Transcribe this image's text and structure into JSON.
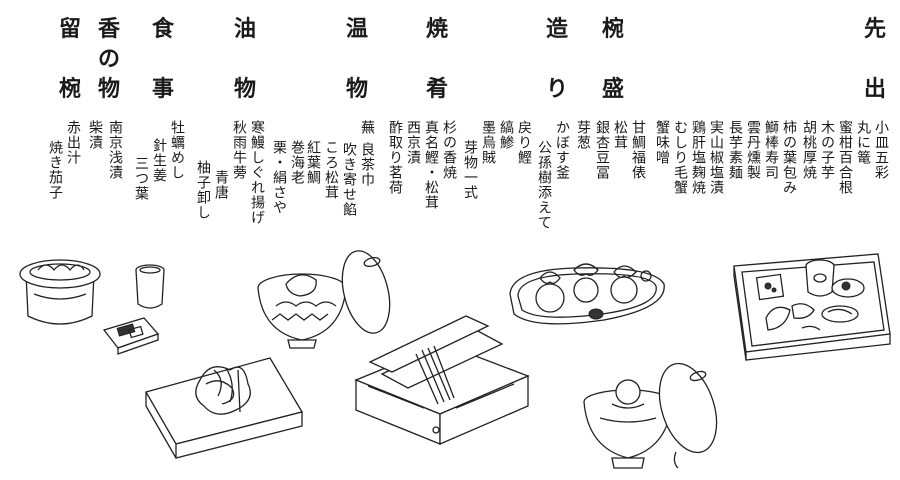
{
  "headings": [
    {
      "id": "sakizuke",
      "chars": [
        "先",
        "",
        "出"
      ]
    },
    {
      "id": "wan",
      "chars": [
        "椀",
        "",
        "盛"
      ]
    },
    {
      "id": "tsukuri",
      "chars": [
        "造",
        "",
        "り"
      ]
    },
    {
      "id": "yakizakana",
      "chars": [
        "焼",
        "",
        "肴"
      ]
    },
    {
      "id": "onmono",
      "chars": [
        "温",
        "",
        "物"
      ]
    },
    {
      "id": "aburamono",
      "chars": [
        "油",
        "",
        "物"
      ]
    },
    {
      "id": "shokuji",
      "chars": [
        "食",
        "",
        "事"
      ]
    },
    {
      "id": "kounomono",
      "chars": [
        "香",
        "の",
        "物"
      ]
    },
    {
      "id": "tomewan",
      "chars": [
        "留",
        "",
        "椀"
      ]
    }
  ],
  "items": {
    "sakizuke": [
      "小皿五彩",
      "丸に篭",
      "蜜柑百合根",
      "木の子芋",
      "胡桃厚焼",
      "柿の葉包み",
      "鰤棒寿司",
      "雲丹燻製",
      "長芋素麺",
      "実山椒塩漬",
      "鶏肝塩麹焼"
    ],
    "wan": [
      "むしり毛蟹",
      "蟹味噌",
      "甘鯛福俵",
      "松茸",
      "銀杏豆冨"
    ],
    "tsukuri": [
      "芽葱",
      "かぼす釜",
      "公孫樹添えて",
      "戻り鰹",
      "縞鯵",
      "墨烏賊",
      "芽物一式"
    ],
    "yakizakana": [
      "杉の香焼",
      "真名鰹・松茸",
      "西京漬",
      "酢取り茗荷"
    ],
    "onmono": [
      "蕪",
      "吹き寄せ餡",
      "良茶巾"
    ],
    "aburamono": [
      "紅葉鯛",
      "ころ松茸",
      "栗・絹さや",
      "巻海老",
      "寒鰻しぐれ揚げ",
      "秋雨牛蒡",
      "青唐",
      "柚子卸し"
    ],
    "shokuji": [
      "牡蠣めし",
      "針生姜",
      "三つ葉"
    ],
    "kounomono": [
      "柴漬",
      "南京浅漬"
    ],
    "tomewan": [
      "赤出汁",
      "焼き茄子"
    ]
  },
  "illustrations": [
    "hassun-box-icon",
    "lidded-bowl-icon",
    "gingko-plate-icon",
    "hoba-grill-box-icon",
    "lidded-cup-icon",
    "fried-platter-icon",
    "rice-pot-icon",
    "pickle-dish-icon",
    "teacup-icon"
  ]
}
